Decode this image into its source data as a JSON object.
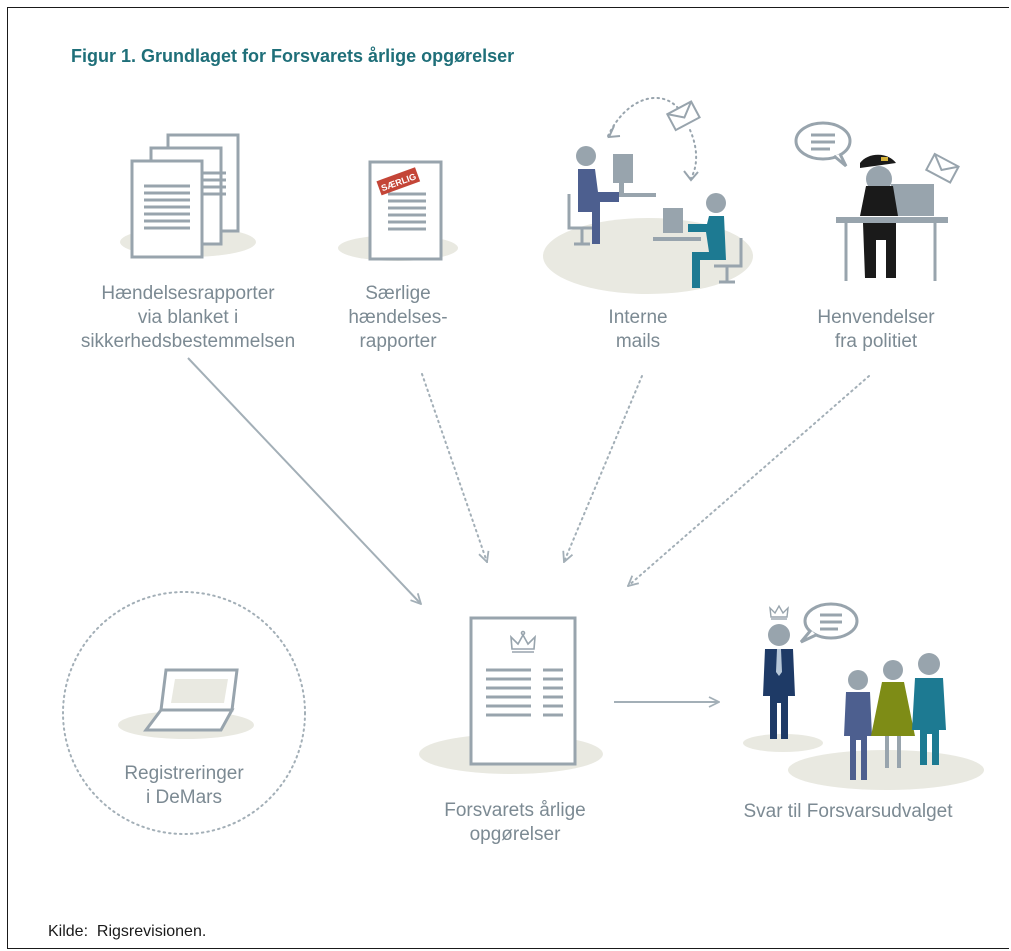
{
  "figure": {
    "title": "Figur 1. Grundlaget for Forsvarets årlige opgørelser",
    "source": "Kilde:  Rigsrevisionen."
  },
  "nodes": [
    {
      "id": "haendelsesrapporter",
      "lines": [
        "Hændelsesrapporter",
        "via blanket i",
        "sikkerhedsbestemmelsen"
      ],
      "icon": "stacked-documents-icon"
    },
    {
      "id": "saerlige",
      "lines": [
        "Særlige",
        "hændelses-",
        "rapporter"
      ],
      "icon": "stamped-document-icon",
      "stamp": "SÆRLIG"
    },
    {
      "id": "interne-mails",
      "lines": [
        "Interne",
        "mails"
      ],
      "icon": "office-mail-exchange-icon"
    },
    {
      "id": "politiet",
      "lines": [
        "Henvendelser",
        "fra politiet"
      ],
      "icon": "police-officer-icon"
    },
    {
      "id": "demars",
      "lines": [
        "Registreringer",
        "i DeMars"
      ],
      "icon": "laptop-icon"
    },
    {
      "id": "opgoerelser",
      "lines": [
        "Forsvarets årlige",
        "opgørelser"
      ],
      "icon": "crown-report-icon"
    },
    {
      "id": "forsvarsudvalget",
      "lines": [
        "Svar til Forsvarsudvalget"
      ],
      "icon": "committee-people-icon"
    }
  ],
  "edges": [
    {
      "from": "haendelsesrapporter",
      "to": "opgoerelser",
      "style": "solid"
    },
    {
      "from": "saerlige",
      "to": "opgoerelser",
      "style": "dotted"
    },
    {
      "from": "interne-mails",
      "to": "opgoerelser",
      "style": "dotted"
    },
    {
      "from": "politiet",
      "to": "opgoerelser",
      "style": "dotted"
    },
    {
      "from": "opgoerelser",
      "to": "forsvarsudvalget",
      "style": "solid"
    }
  ],
  "colors": {
    "title": "#1f6f79",
    "label": "#7c8a93",
    "arrow": "#a3afb7",
    "icon_gray": "#98a4ad",
    "shadow": "#e9e9e1",
    "navy": "#1e3a66",
    "slate_blue": "#4d5f8f",
    "teal": "#1d7a92",
    "olive": "#7e8c16",
    "stamp_red": "#c44537",
    "police_black": "#1a1a1a"
  }
}
